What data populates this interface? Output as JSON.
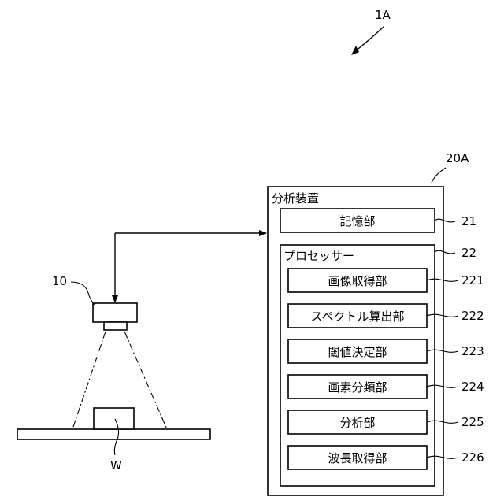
{
  "system_ref": "1A",
  "device_ref": "20A",
  "device_title": "分析装置",
  "storage": {
    "label": "記憶部",
    "ref": "21"
  },
  "processor": {
    "label": "プロセッサー",
    "ref": "22"
  },
  "modules": [
    {
      "label": "画像取得部",
      "ref": "221"
    },
    {
      "label": "スペクトル算出部",
      "ref": "222"
    },
    {
      "label": "閾値決定部",
      "ref": "223"
    },
    {
      "label": "画素分類部",
      "ref": "224"
    },
    {
      "label": "分析部",
      "ref": "225"
    },
    {
      "label": "波長取得部",
      "ref": "226"
    }
  ],
  "camera_ref": "10",
  "workpiece_ref": "W"
}
